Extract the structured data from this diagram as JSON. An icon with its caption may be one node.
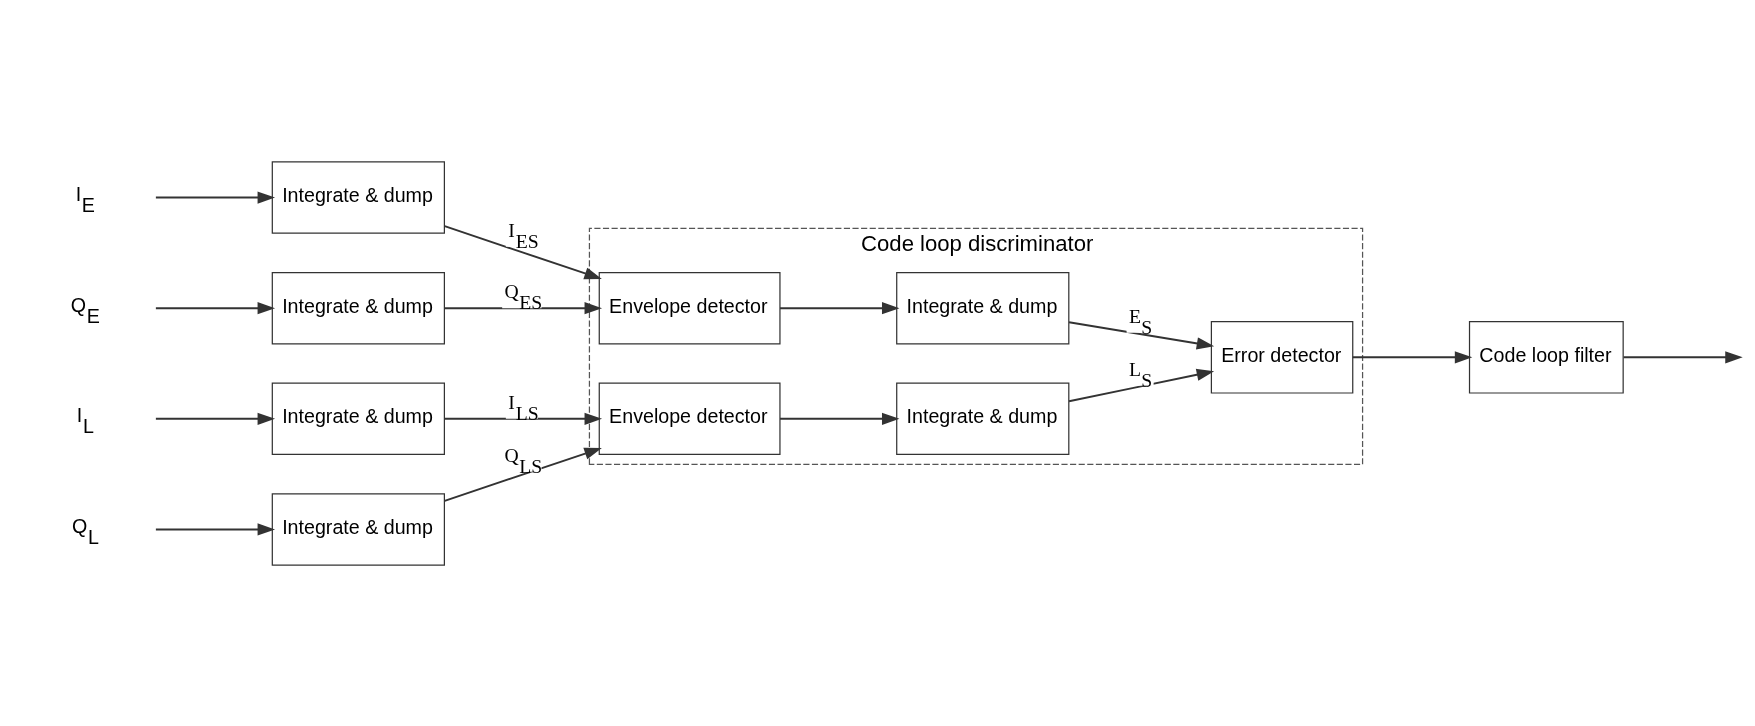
{
  "diagram": {
    "nodes": [
      {
        "text": [
          "Code loop discriminator"
        ]
      },
      {
        "text": [
          "I$_{E}$"
        ]
      },
      {
        "text": [
          "Q$_{E}$"
        ]
      },
      {
        "text": [
          "I$_{L}$"
        ]
      },
      {
        "text": [
          "Q$_{L}$"
        ]
      },
      {
        "text": [
          "Integrate & dump"
        ]
      },
      {
        "text": [
          "Integrate & dump"
        ]
      },
      {
        "text": [
          "Integrate & dump"
        ]
      },
      {
        "text": [
          "Integrate & dump"
        ]
      },
      {
        "text": [
          "Envelope detector"
        ],
        "in": 0
      },
      {
        "text": [
          "Envelope detector"
        ],
        "in": 0
      },
      {
        "text": [
          "Integrate & dump"
        ],
        "in": 0
      },
      {
        "text": [
          "Integrate & dump"
        ],
        "in": 0
      },
      {
        "text": [
          "Error detector"
        ],
        "in": 0
      },
      {
        "text": [
          "Code loop filter"
        ]
      }
    ],
    "edges": [
      {
        "from": 1,
        "to": 5,
        "arrow": "to"
      },
      {
        "from": 2,
        "to": 6,
        "arrow": "to"
      },
      {
        "from": 3,
        "to": 7,
        "arrow": "to"
      },
      {
        "from": 4,
        "to": 8,
        "arrow": "to"
      },
      {
        "from": 5,
        "to": 9,
        "arrow": "to",
        "label": "I$_{ES}$"
      },
      {
        "from": 6,
        "to": 9,
        "arrow": "to",
        "label": "Q$_{ES}$"
      },
      {
        "from": 7,
        "to": 10,
        "arrow": "to",
        "label": "I$_{LS}$"
      },
      {
        "from": 8,
        "to": 10,
        "arrow": "to",
        "label": "Q$_{LS}$"
      },
      {
        "from": 9,
        "to": 11,
        "arrow": "to"
      },
      {
        "from": 10,
        "to": 12,
        "arrow": "to"
      },
      {
        "from": 11,
        "to": 13,
        "arrow": "to",
        "label": "E$_{S}$"
      },
      {
        "from": 12,
        "to": 13,
        "arrow": "to",
        "label": "L$_{S}$"
      },
      {
        "from": 13,
        "to": 14,
        "arrow": "to"
      },
      {
        "from": 14,
        "to": null,
        "arrow": "to"
      }
    ]
  }
}
